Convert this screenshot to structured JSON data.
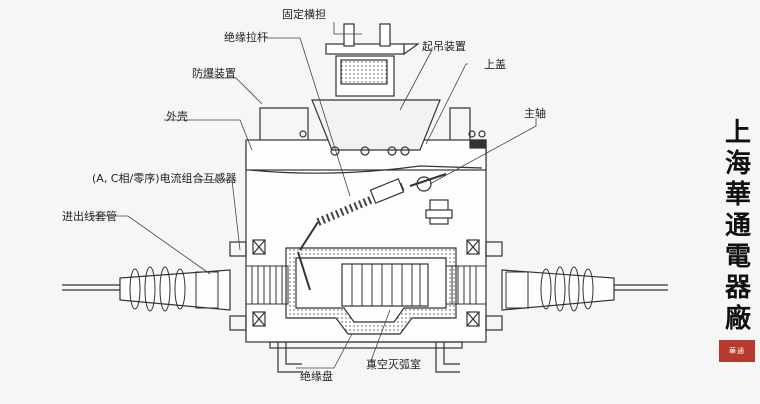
{
  "labels": {
    "fixed_bracket": "固定横担",
    "insulated_pull_rod": "绝缘拉杆",
    "lifting_device": "起吊装置",
    "explosion_proof": "防爆装置",
    "top_cover": "上盖",
    "shell": "外壳",
    "main_shaft": "主轴",
    "current_transformer": "(A, C相/零序)电流组合互感器",
    "bushing": "进出线套管",
    "insulating_cover": "绝缘盘",
    "vacuum_chamber": "真空灭弧室"
  },
  "brand": {
    "chars": [
      "上",
      "海",
      "華",
      "通",
      "電",
      "器",
      "廠"
    ],
    "seal_text": "華通"
  },
  "colors": {
    "line": "#333333",
    "background": "#f6f6f6",
    "seal": "#b83a2e"
  }
}
